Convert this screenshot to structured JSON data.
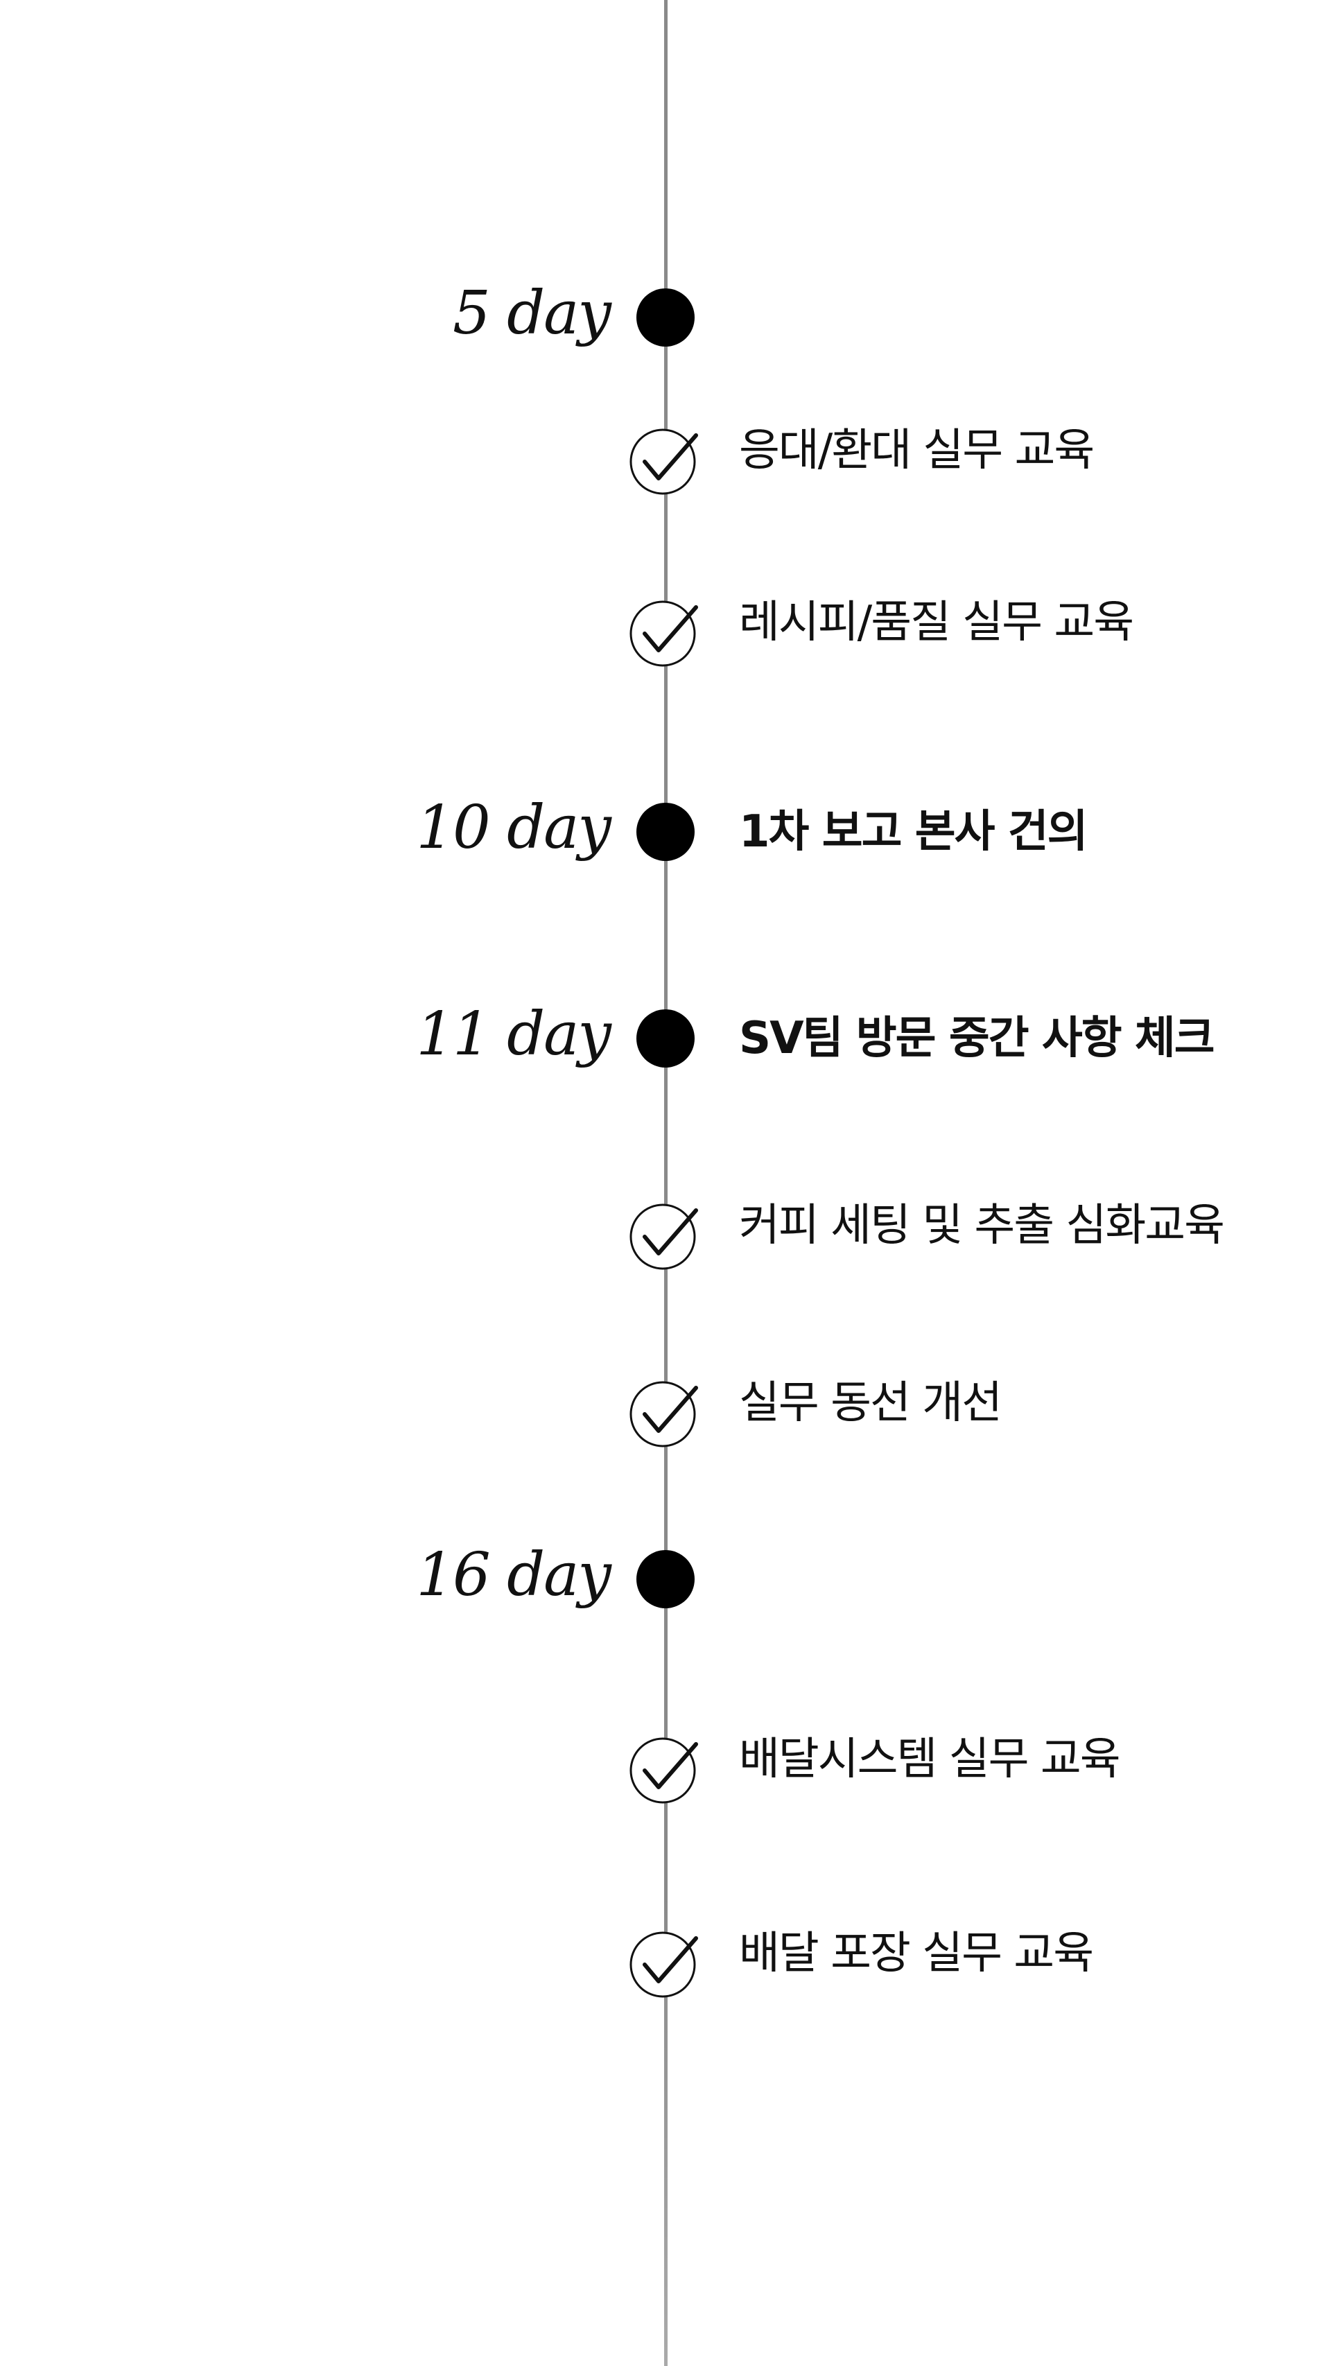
{
  "timeline": {
    "day_5": {
      "label": "5 day"
    },
    "task_1": {
      "text": "응대/환대 실무 교육"
    },
    "task_2": {
      "text": "레시피/품질 실무 교육"
    },
    "day_10": {
      "label": "10 day",
      "milestone": "1차 보고 본사 건의"
    },
    "day_11": {
      "label": "11 day",
      "milestone": "SV팀 방문 중간 사항 체크"
    },
    "task_3": {
      "text": "커피 세팅 및 추출 심화교육"
    },
    "task_4": {
      "text": "실무 동선 개선"
    },
    "day_16": {
      "label": "16 day"
    },
    "task_5": {
      "text": "배달시스템 실무 교육"
    },
    "task_6": {
      "text": "배달 포장 실무 교육"
    }
  },
  "icons": {
    "day_marker": "filled-circle-icon",
    "task_marker": "check-circle-icon"
  }
}
